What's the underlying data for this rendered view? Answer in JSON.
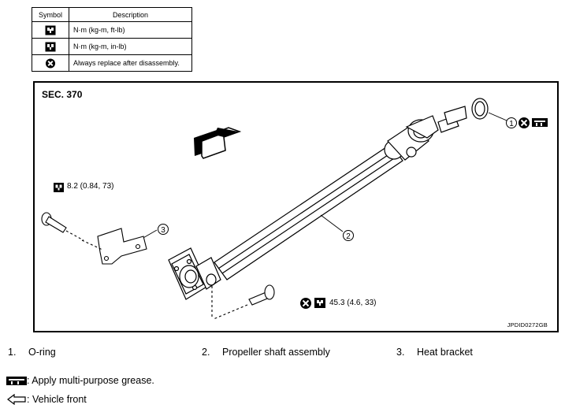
{
  "symbol_table": {
    "headers": {
      "symbol": "Symbol",
      "description": "Description"
    },
    "rows": [
      {
        "icon": "torque-wrench-icon",
        "description": "N·m (kg-m, ft-lb)"
      },
      {
        "icon": "torque-wrench-small-icon",
        "description": "N·m (kg-m, in-lb)"
      },
      {
        "icon": "always-replace-icon",
        "description": "Always replace after disassembly."
      }
    ]
  },
  "diagram": {
    "section": "SEC. 370",
    "code": "JPDID0272GB",
    "callouts": [
      "1",
      "2",
      "3"
    ],
    "torque_bracket_bolt": "8.2 (0.84, 73)",
    "torque_flange_bolt": "45.3 (4.6, 33)"
  },
  "parts": [
    {
      "num": "1.",
      "name": "O-ring"
    },
    {
      "num": "2.",
      "name": "Propeller shaft assembly"
    },
    {
      "num": "3.",
      "name": "Heat bracket"
    }
  ],
  "notes": {
    "grease": ": Apply multi-purpose grease.",
    "front": ": Vehicle front"
  }
}
